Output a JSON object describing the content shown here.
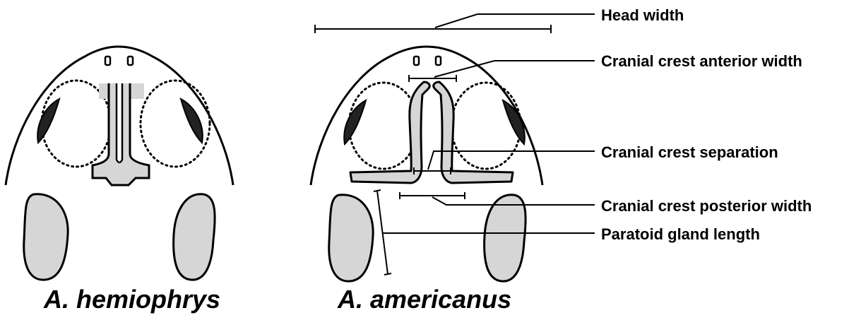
{
  "species": {
    "left": "A. hemiophrys",
    "right": "A. americanus"
  },
  "measurements": {
    "head_width": "Head width",
    "crest_anterior_width": "Cranial crest anterior width",
    "crest_separation": "Cranial crest separation",
    "crest_posterior_width": "Cranial crest posterior width",
    "paratoid_length": "Paratoid gland length"
  },
  "colors": {
    "outline": "#000000",
    "crest_fill": "#d6d6d6",
    "gland_fill": "#d6d6d6",
    "dark_patch": "#222222",
    "background": "#ffffff"
  }
}
